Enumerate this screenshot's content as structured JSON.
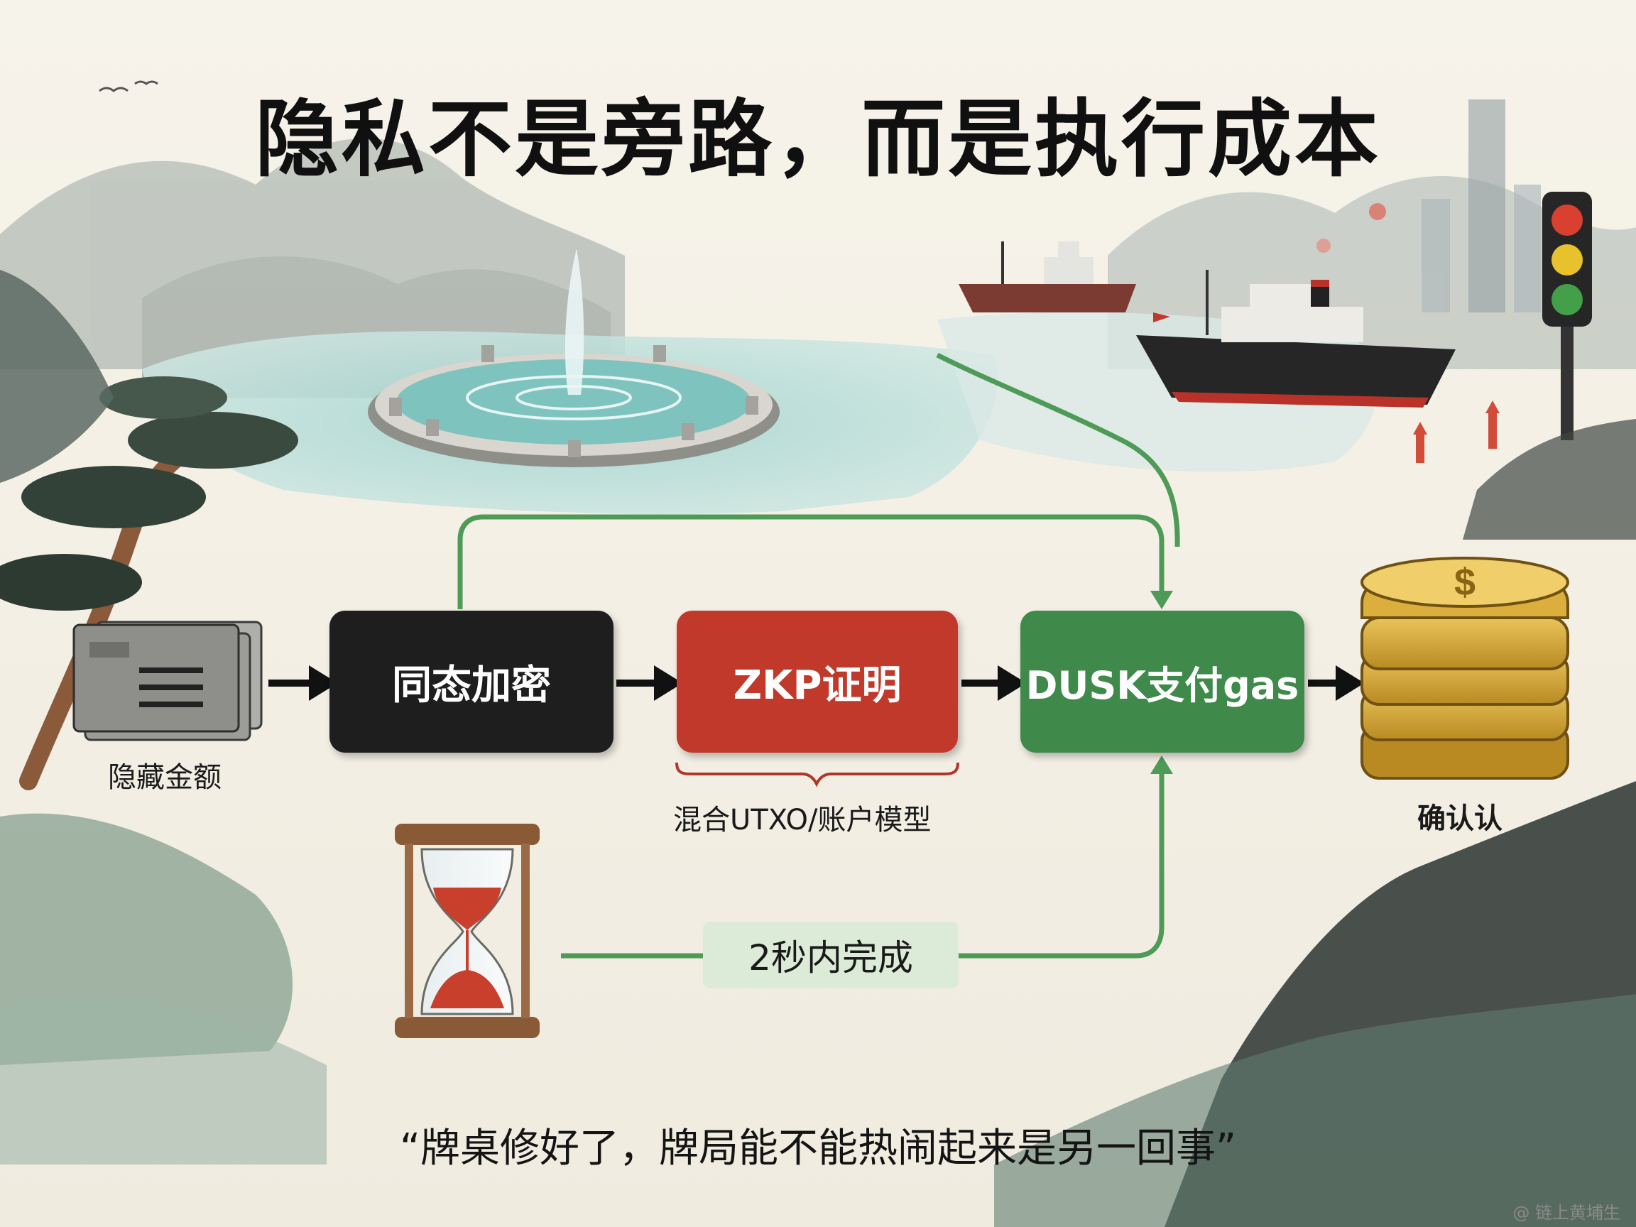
{
  "title": "隐私不是旁路，而是执行成本",
  "flow": {
    "hidden_amount_label": "隐藏金额",
    "step1_label": "同态加密",
    "step2_label": "ZKP证明",
    "step2_note": "混合UTXO/账户模型",
    "step3_label": "DUSK支付gas",
    "confirm_label": "确认认",
    "time_label": "2秒内完成"
  },
  "quote": "“牌桌修好了，牌局能不能热闹起来是另一回事”",
  "watermark": "@ 链上黄埔生",
  "colors": {
    "step1": "#1e1e1e",
    "step2": "#c0392b",
    "step3": "#3f8a4a",
    "connector_green": "#4e9a57",
    "time_badge": "#dcebd8"
  }
}
